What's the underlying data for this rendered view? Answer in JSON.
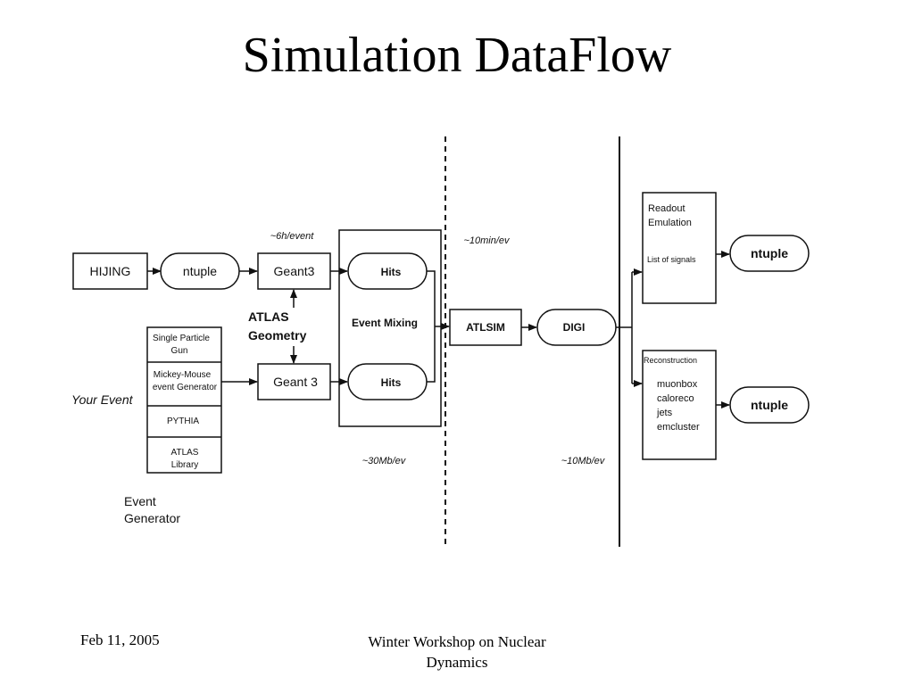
{
  "slide": {
    "title": "Simulation DataFlow",
    "footer_date": "Feb 11, 2005",
    "footer_event_line1": "Winter Workshop on Nuclear",
    "footer_event_line2": "Dynamics"
  },
  "diagram": {
    "hijing": "HIJING",
    "ntuple_in": "ntuple",
    "geant3_top": "Geant3",
    "geant3_bottom": "Geant 3",
    "atlas_geometry_1": "ATLAS",
    "atlas_geometry_2": "Geometry",
    "time_per_event": "~6h/event",
    "hits_top": "Hits",
    "hits_bottom": "Hits",
    "event_mixing": "Event Mixing",
    "atlsim": "ATLSIM",
    "digi": "DIGI",
    "time_per_ev": "~10min/ev",
    "size_mixing": "~30Mb/ev",
    "size_digi": "~10Mb/ev",
    "your_event": "Your Event",
    "generator_options": [
      {
        "line1": "Single Particle",
        "line2": "Gun"
      },
      {
        "line1": "Mickey-Mouse",
        "line2": "event Generator"
      },
      {
        "line1": "PYTHIA",
        "line2": ""
      },
      {
        "line1": "ATLAS",
        "line2": "Library"
      }
    ],
    "event_generator_1": "Event",
    "event_generator_2": "Generator",
    "readout_1": "Readout",
    "readout_2": "Emulation",
    "list_of_signals": "List of signals",
    "reconstruction": "Reconstruction",
    "reco_items": [
      "muonbox",
      "caloreco",
      "jets",
      "emcluster"
    ],
    "ntuple_out_top": "ntuple",
    "ntuple_out_bottom": "ntuple"
  }
}
